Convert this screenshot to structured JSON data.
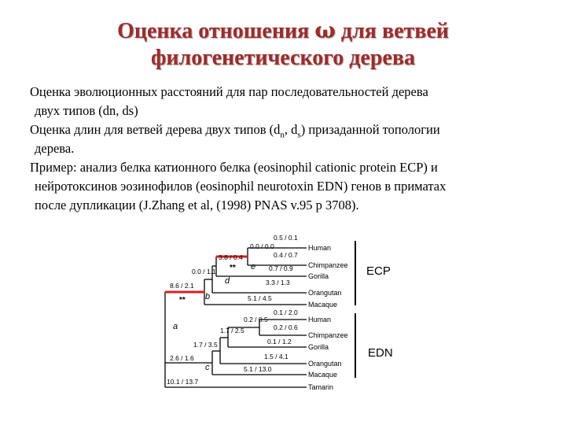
{
  "title": {
    "line1_pre": "Оценка отношения ",
    "omega": "ω",
    "line1_post": " для ветвей",
    "line2": "филогенетического дерева"
  },
  "paragraphs": {
    "p1_a": "Оценка эволюционных расстояний для пар последовательностей дерева",
    "p1_b": "двух типов (dn, ds)",
    "p2_a": "Оценка длин для ветвей дерева двух типов (d",
    "p2_sub1": "n",
    "p2_mid": ", d",
    "p2_sub2": "s",
    "p2_end": ") призаданной топологии",
    "p2_b": "дерева.",
    "p3_a": "Пример: анализ белка катионного белка (eosinophil cationic protein ECP) и",
    "p3_b": "нейротоксинов эозинофилов (eosinophil neurotoxin EDN) генов в приматах",
    "p3_c": "после дупликации (J.Zhang et al, (1998) PNAS v.95 p 3708)."
  },
  "tree": {
    "taxa": [
      "Human",
      "Chimpanzee",
      "Gorilla",
      "Orangutan",
      "Macaque",
      "Human",
      "Chimpanzee",
      "Gorilla",
      "Orangutan",
      "Macaque",
      "Tamarin"
    ],
    "branch_labels": {
      "ecp_human": "0.5 / 0.1",
      "ecp_hc": "0.0 / 0.0",
      "ecp_chimp": "0.4 / 0.7",
      "ecp_hcg": "3.8 / 0.4",
      "ecp_gorilla": "0.7 / 0.9",
      "ecp_hcgo": "0.0 / 1.1",
      "ecp_orang": "3.3 / 1.3",
      "ecp_macaque": "5.1 / 4.5",
      "ecp_stem": "8.6 / 2.1",
      "edn_human": "0.1 / 2.0",
      "edn_hc": "0.2 / 0.5",
      "edn_chimp": "0.2 / 0.6",
      "edn_hcg": "1.7 / 2.5",
      "edn_gorilla": "0.1 / 1.2",
      "edn_hcgo": "1.7 / 3.5",
      "edn_orang": "1.5 / 4.1",
      "edn_stem": "2.6 / 1.6",
      "edn_macaque": "5.1 / 13.0",
      "tamarin": "10.1 / 13.7"
    },
    "node_letters": {
      "a": "a",
      "b": "b",
      "c": "c",
      "d": "d",
      "e": "e"
    },
    "stars_1": "**",
    "stars_2": "**",
    "group_ecp": "ECP",
    "group_edn": "EDN"
  },
  "colors": {
    "title": "#a12a2a",
    "highlight": "#d42020"
  }
}
